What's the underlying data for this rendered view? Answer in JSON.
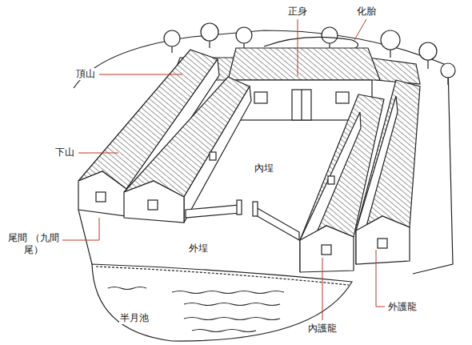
{
  "diagram": {
    "labels": [
      "正身",
      "化胎",
      "頂山",
      "下山",
      "尾間 （九間尾）",
      "內埕",
      "外埕",
      "半月池",
      "內護龍",
      "外護龍"
    ]
  }
}
